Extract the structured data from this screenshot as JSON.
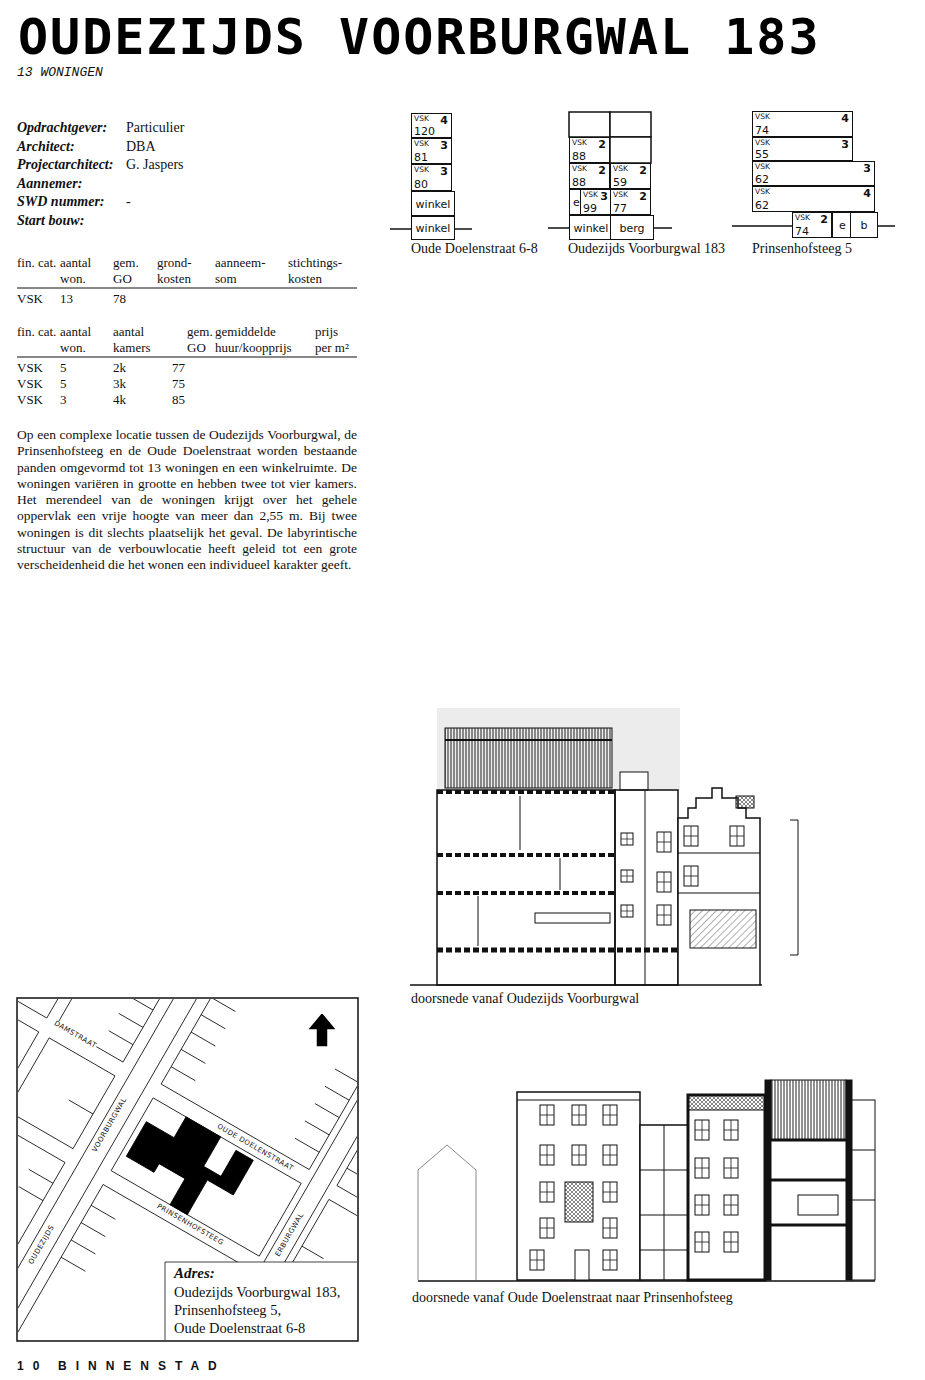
{
  "diagram": {
    "title": "OUDEZIJDS VOORBURGWAL 183",
    "nodes": [
      {
        "text": [
          "VSK",
          "4",
          "120"
        ]
      },
      {
        "text": [
          "VSK",
          "3",
          "81"
        ]
      },
      {
        "text": [
          "VSK",
          "3",
          "80"
        ]
      },
      {
        "text": [
          "winkel"
        ]
      },
      {
        "text": [
          "winkel"
        ]
      },
      {
        "text": [
          "VSK",
          "2",
          "88"
        ]
      },
      {
        "text": [
          "VSK",
          "2",
          "88"
        ]
      },
      {
        "text": [
          "VSK",
          "2",
          "59"
        ]
      },
      {
        "text": [
          "e"
        ]
      },
      {
        "text": [
          "VSK",
          "3",
          "99"
        ]
      },
      {
        "text": [
          "VSK",
          "2",
          "77"
        ]
      },
      {
        "text": [
          "winkel"
        ]
      },
      {
        "text": [
          "berg"
        ]
      },
      {
        "text": [
          "VSK",
          "4",
          "74"
        ]
      },
      {
        "text": [
          "VSK",
          "3",
          "55"
        ]
      },
      {
        "text": [
          "VSK",
          "3",
          "62"
        ]
      },
      {
        "text": [
          "VSK",
          "4",
          "62"
        ]
      },
      {
        "text": [
          "VSK",
          "2",
          "74"
        ]
      },
      {
        "text": [
          "e"
        ]
      },
      {
        "text": [
          "b"
        ]
      }
    ],
    "labels": [
      "13 WONINGEN",
      "Opdrachtgever:",
      "Particulier",
      "Architect:",
      "DBA",
      "Projectarchitect:",
      "G. Jaspers",
      "Aannemer:",
      "SWD nummer:",
      "-",
      "Start bouw:",
      "fin. cat.",
      "aantal won.",
      "gem. GO",
      "grond- kosten",
      "aanneem- som",
      "stichtings- kosten",
      "VSK",
      "13",
      "78",
      "fin. cat.",
      "aantal won.",
      "aantal kamers",
      "gem. GO",
      "gemiddelde huur/koopprijs",
      "prijs per m²",
      "VSK",
      "5",
      "2k",
      "77",
      "VSK",
      "5",
      "3k",
      "75",
      "VSK",
      "3",
      "4k",
      "85",
      "Op een complexe locatie tussen de Oudezijds Voorburgwal, de Prinsenhofsteeg en de Oude Doelenstraat worden bestaande panden omgevormd tot 13 woningen en een winkelruimte. De woningen variëren in grootte en hebben twee tot vier kamers. Het merendeel van de woningen krijgt over het gehele oppervlak een vrije hoogte van meer dan 2,55 m. Bij twee woningen is dit slechts plaatselijk het geval. De labyrintische structuur van de verbouwlocatie heeft geleid tot een grote verscheidenheid die het wonen een individueel karakter geeft.",
      "Oude Doelenstraat 6-8",
      "Oudezijds Voorburgwal 183",
      "Prinsenhofsteeg 5",
      "doorsnede vanaf Oudezijds Voorburgwal",
      "doorsnede vanaf Oude Doelenstraat naar Prinsenhofsteeg",
      "DAMSTRAAT",
      "VOORBURGWAL",
      "OUDEZIJDS",
      "OUDE DOELENSTRAAT",
      "PRINSENHOFSTEEG",
      "ERBURGWAL",
      "Adres:",
      "Oudezijds Voorburgwal 183,",
      "Prinsenhofsteeg 5,",
      "Oude Doelenstraat 6-8",
      "10",
      "BINNENSTAD"
    ]
  }
}
